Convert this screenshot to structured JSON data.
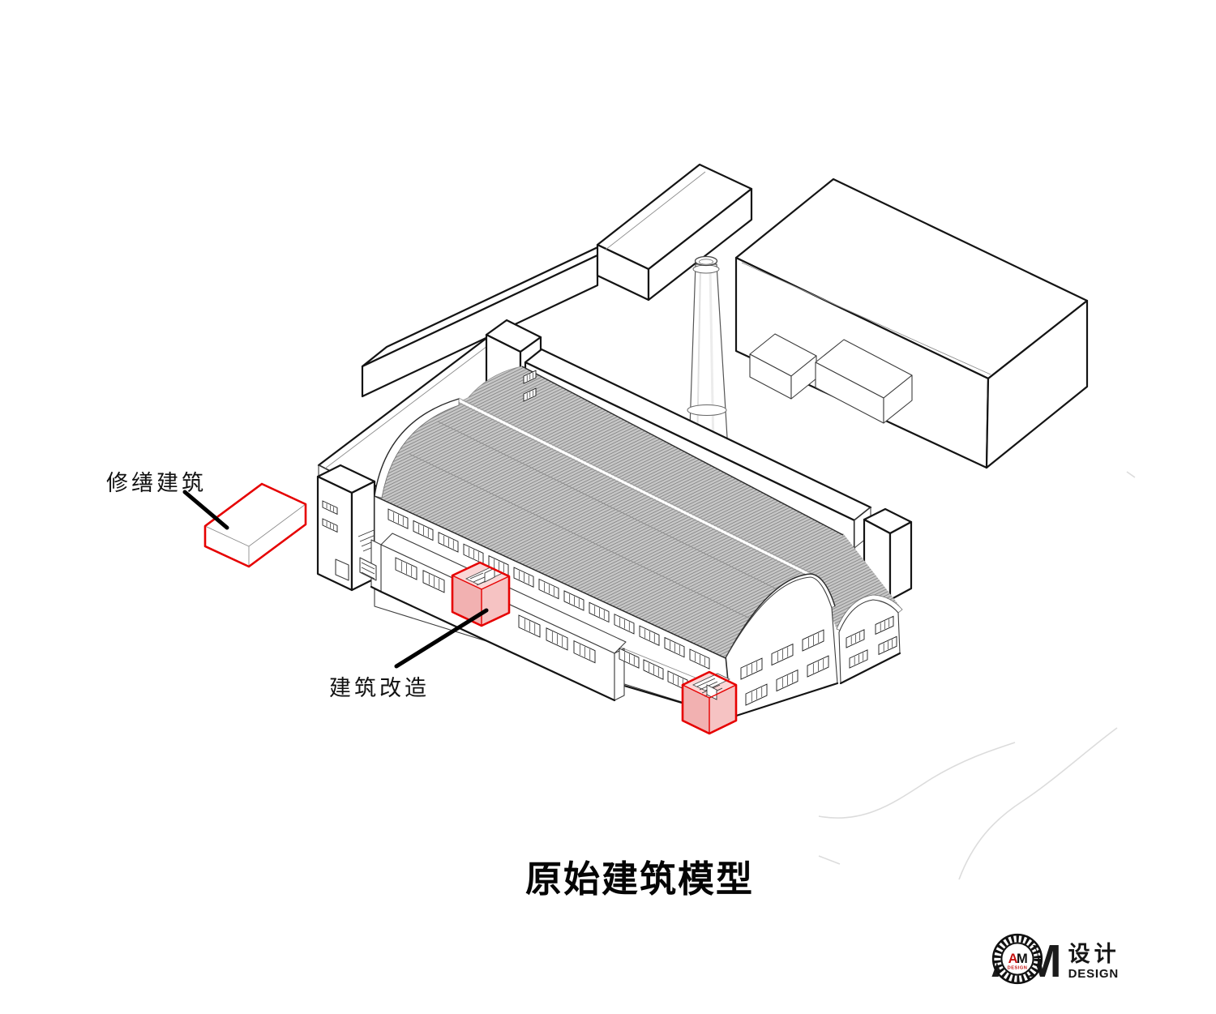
{
  "annotations": {
    "repair": {
      "label": "修缮建筑"
    },
    "renovation": {
      "label": "建筑改造"
    }
  },
  "title": {
    "text": "原始建筑模型"
  },
  "logo": {
    "badge_a": "A",
    "badge_m": "M",
    "badge_sub": "DESIGN",
    "name": "AM",
    "cn": "设计",
    "en": "DESIGN"
  },
  "colors": {
    "highlight_red": "#e60000",
    "highlight_pink_top": "#fad7d7",
    "highlight_pink_front": "#f2b1b1",
    "highlight_pink_side": "#f6c3c3",
    "roof_gray": "#bcbcbc",
    "line_dark": "#141414"
  }
}
